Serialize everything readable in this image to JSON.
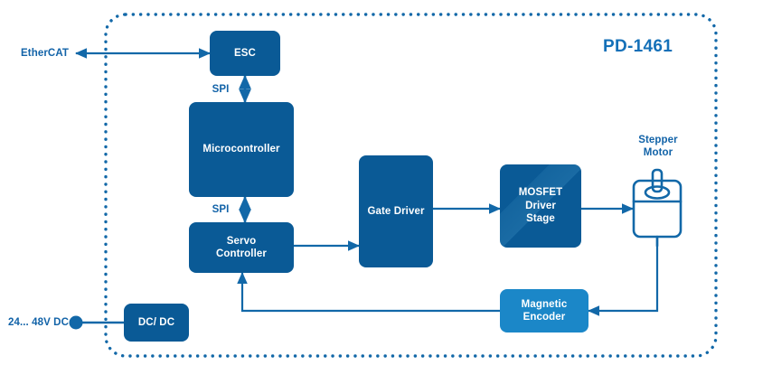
{
  "diagram": {
    "title": "PD-1461",
    "enclosure_label": "PD-1461",
    "colors": {
      "block_dark": "#0A5A96",
      "block_mid": "#1B87C8",
      "line": "#1268A8",
      "text_blue": "#1263A8",
      "title_blue": "#1470B8",
      "background": "#FFFFFF"
    },
    "blocks": [
      {
        "id": "esc",
        "label": "ESC"
      },
      {
        "id": "mcu",
        "label": "Microcontroller"
      },
      {
        "id": "servo",
        "label": "Servo\nController"
      },
      {
        "id": "gate",
        "label": "Gate Driver"
      },
      {
        "id": "mosfet",
        "label": "MOSFET\nDriver\nStage"
      },
      {
        "id": "encoder",
        "label": "Magnetic\nEncoder"
      },
      {
        "id": "dcdc",
        "label": "DC/ DC"
      }
    ],
    "external_labels": [
      {
        "id": "ethercat",
        "label": "EtherCAT"
      },
      {
        "id": "power_in",
        "label": "24... 48V DC"
      },
      {
        "id": "motor",
        "label": "Stepper\nMotor"
      }
    ],
    "bus_labels": [
      {
        "id": "spi_esc_mcu",
        "label": "SPI"
      },
      {
        "id": "spi_mcu_servo",
        "label": "SPI"
      }
    ],
    "connections": [
      {
        "from": "ethercat",
        "to": "esc",
        "type": "bidirectional"
      },
      {
        "from": "esc",
        "to": "mcu",
        "type": "bidirectional",
        "label": "SPI"
      },
      {
        "from": "mcu",
        "to": "servo",
        "type": "bidirectional",
        "label": "SPI"
      },
      {
        "from": "servo",
        "to": "gate",
        "type": "directed"
      },
      {
        "from": "gate",
        "to": "mosfet",
        "type": "directed"
      },
      {
        "from": "mosfet",
        "to": "motor",
        "type": "directed"
      },
      {
        "from": "motor",
        "to": "encoder",
        "type": "directed"
      },
      {
        "from": "encoder",
        "to": "servo",
        "type": "directed"
      },
      {
        "from": "power_in",
        "to": "dcdc",
        "type": "plain"
      }
    ]
  }
}
